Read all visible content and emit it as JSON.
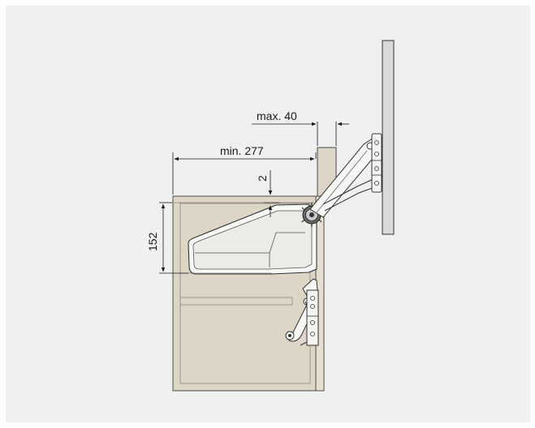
{
  "dimensions": {
    "max_opening": "max. 40",
    "min_depth": "min. 277",
    "gap": "2",
    "height": "152"
  },
  "colors": {
    "background": "#f0f0f0",
    "cabinet_fill": "#ddd5c6",
    "door_fill": "#d9d9d9",
    "line": "#1a1a1a"
  }
}
